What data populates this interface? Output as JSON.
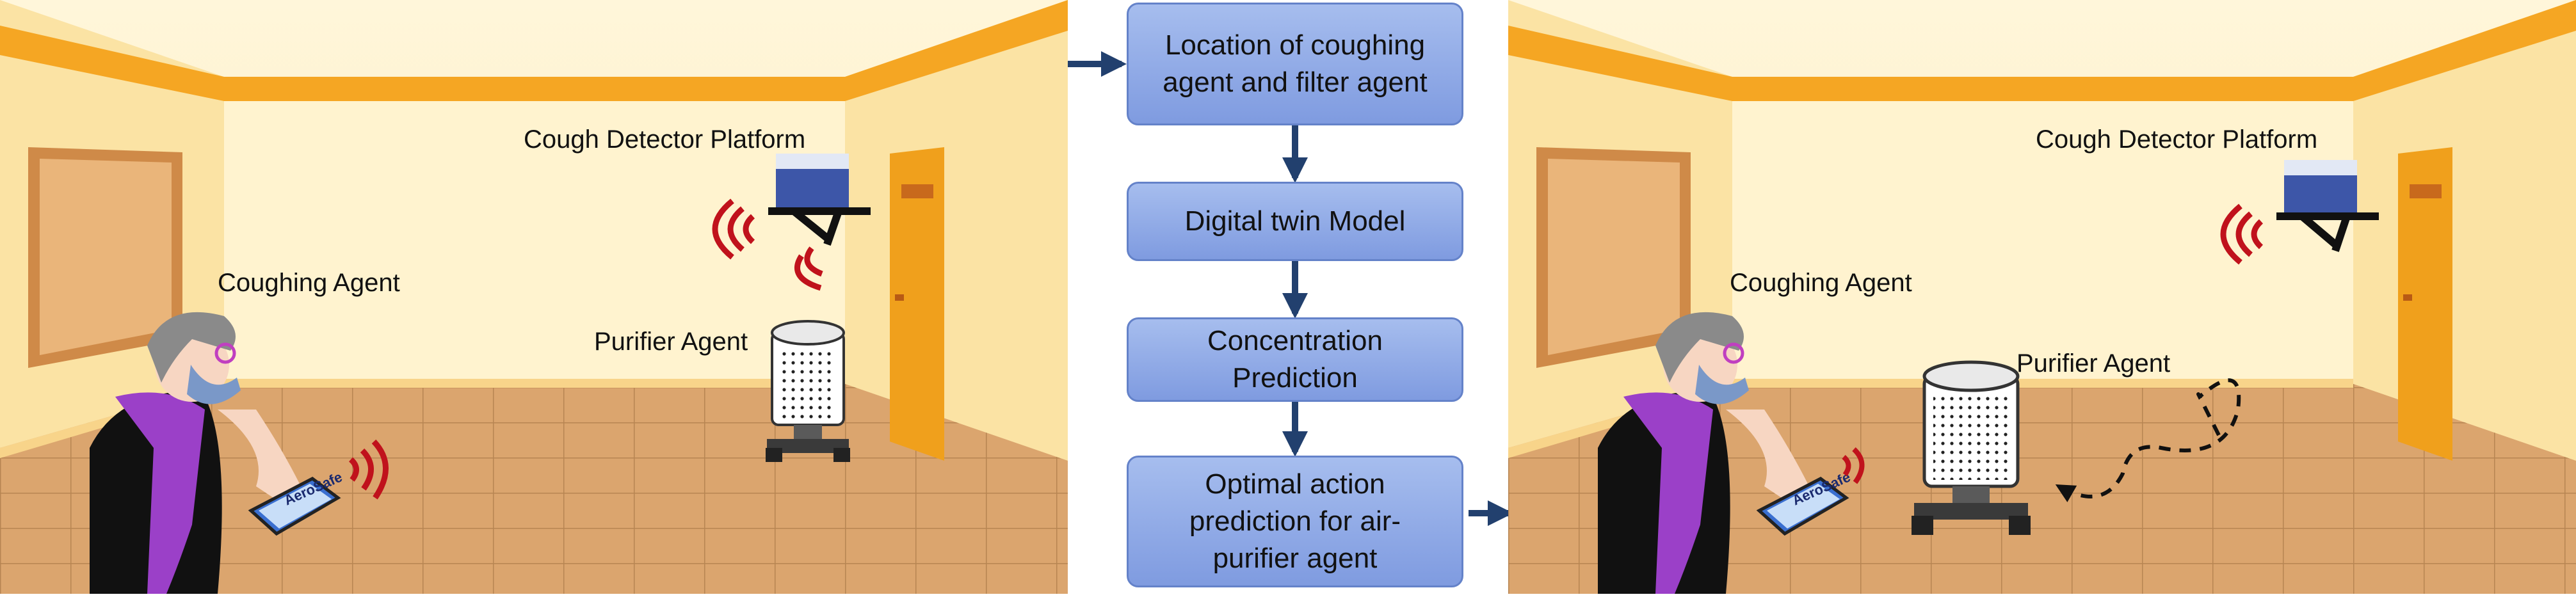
{
  "left_scene": {
    "labels": {
      "cough_detector": "Cough Detector Platform",
      "coughing_agent": "Coughing Agent",
      "purifier_agent": "Purifier Agent"
    },
    "phone_app": "AeroSafe"
  },
  "flowchart": {
    "steps": [
      "Location of coughing\nagent and filter agent",
      "Digital twin Model",
      "Concentration\nPrediction",
      "Optimal action\nprediction for air-\npurifier agent"
    ]
  },
  "right_scene": {
    "labels": {
      "cough_detector": "Cough Detector Platform",
      "coughing_agent": "Coughing Agent",
      "purifier_agent": "Purifier Agent"
    },
    "phone_app": "AeroSafe"
  },
  "colors": {
    "wall": "#fdf0c4",
    "floor": "#d9a26b",
    "trim": "#f5a623",
    "box_fill": "#95b0ea",
    "box_border": "#6482c9",
    "arrow": "#22406e",
    "wave": "#c0121c"
  }
}
